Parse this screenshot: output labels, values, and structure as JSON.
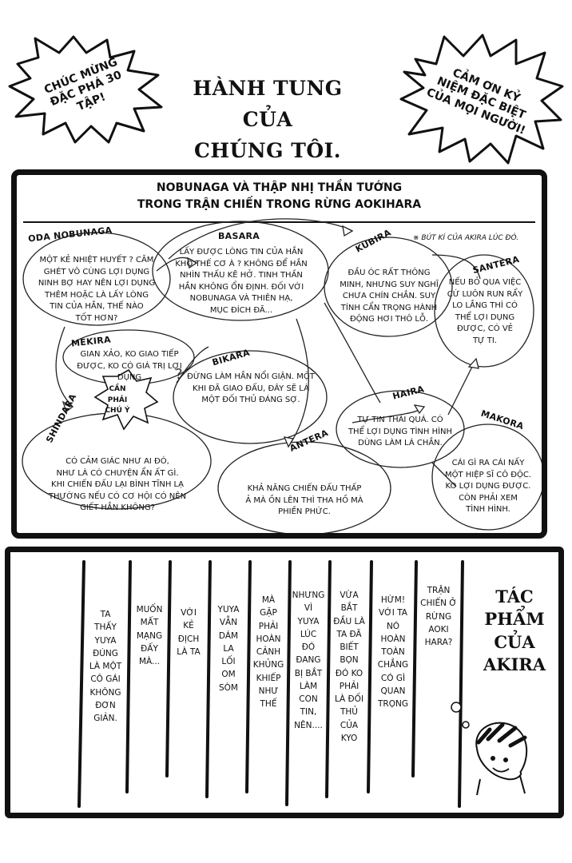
{
  "bursts": {
    "left": "CHÚC MỪNG\nĐẶC PHÁ 30\nTẬP!",
    "right": "CẢM ƠN KỶ\nNIỆM ĐẶC BIỆT\nCỦA MỌI NGƯỜI!"
  },
  "page_title": "HÀNH TUNG CỦA\nCHÚNG TÔI.",
  "relationship_chart": {
    "heading": "NOBUNAGA VÀ THẬP NHỊ THẦN TƯỚNG\nTRONG TRẬN CHIẾN TRONG RỪNG AOKIHARA",
    "note": "※ BÚT KÍ CỦA AKIRA LÚC ĐÓ.",
    "cannot_tag": "CẦN\nPHẢI\nCHÚ Ý",
    "characters": [
      {
        "name": "ODA NOBUNAGA",
        "text": "MỘT KẺ NHIỆT HUYẾT ? CĂM\nGHÉT VÔ CÙNG LỢI DỤNG\nNINH BỢ HAY NÊN LỢI DỤNG\nTHÊM HOẶC LÀ LẤY LÒNG\nTIN CỦA HẮN, THẾ NÀO\nTỐT HƠN?"
      },
      {
        "name": "BASARA",
        "text": "LẤY ĐƯỢC LÒNG TIN CỦA HẮN\nKHÓ THẾ CƠ À ? KHÔNG ĐỂ HẮN\nNHÌN THẤU KẼ HỞ. TINH THẦN\nHẮN KHÔNG ỔN ĐỊNH. ĐỐI VỚI\nNOBUNAGA VÀ THIÊN HẠ,\nMỤC ĐÍCH ĐÃ..."
      },
      {
        "name": "KUBIRA",
        "text": "ĐẦU ÓC RẤT THÔNG\nMINH, NHƯNG SUY NGHĨ\nCHƯA CHÍN CHẮN. SUY\nTÍNH CẨN TRỌNG HÀNH\nĐỘNG HƠI THÔ LỖ."
      },
      {
        "name": "SANTERA",
        "text": "NẾU BỎ QUA VIỆC\nCỨ LUÔN RUN RẨY\nLO LẮNG THÌ CÓ\nTHỂ LỢI DỤNG\nĐƯỢC, CÓ VẺ\nTỰ TI."
      },
      {
        "name": "MEKIRA",
        "text": "GIAN XẢO, KO GIAO TIẾP\nĐƯỢC, KO CÓ GIÁ TRỊ LỢI\nDỤNG"
      },
      {
        "name": "BIKARA",
        "text": "ĐỪNG LÀM HẮN NỔI GIẬN. MỘT\nKHI ĐÃ GIAO ĐẤU, ĐÂY SẼ LÀ\nMỘT ĐỐI THỦ ĐÁNG SỢ."
      },
      {
        "name": "HAIRA",
        "text": "TỰ TIN THÁI QUÁ. CÓ\nTHỂ LỢI DỤNG TÌNH HÌNH\nDÙNG LÀM LÁ CHẮN."
      },
      {
        "name": "SHINDARA",
        "text": "CÓ CẢM GIÁC NHƯ AI ĐÓ,\nNHƯ LÀ CÓ CHUYỆN ẨN ẤT GÌ.\nKHI CHIẾN ĐẤU LẠI BÌNH TĨNH LẠ\nTHƯỜNG NẾU CÓ CƠ HỘI CÓ NÊN\nGIẾT HẮN KHÔNG?"
      },
      {
        "name": "ANTERA",
        "text": "KHẢ NĂNG CHIẾN ĐẤU THẤP\nẢ MÀ ỒN LÊN THÌ THA HỒ MÀ\nPHIỀN PHỨC."
      },
      {
        "name": "MAKORA",
        "text": "CÁI GÌ RA CÁI NẤY\nMỘT HIỆP SĨ CÔ ĐỘC.\nKO LỢI DỤNG ĐƯỢC.\nCÒN PHẢI XEM\nTÌNH HÌNH."
      }
    ]
  },
  "column_strip": {
    "works_title": "TÁC\nPHẨM\nCỦA\nAKIRA",
    "columns": [
      "TA\nTHẤY\nYUYA\nĐÚNG\nLÀ MỘT\nCÔ GÁI\nKHÔNG\nĐƠN\nGIẢN.",
      "MUỐN\nMẤT\nMẠNG\nĐẤY\nMÀ...",
      "VỚI\nKẺ\nĐỊCH\nLÀ TA",
      "YUYA\nVẪN\nDÁM\nLA\nLỐI\nOM\nSÒM",
      "MÀ\nGẶP\nPHẢI\nHOÀN\nCẢNH\nKHỦNG\nKHIẾP\nNHƯ\nTHẾ",
      "NHƯNG\nVÌ\nYUYA\nLÚC\nĐÓ\nĐANG\nBỊ BẮT\nLÀM\nCON\nTIN,\nNÊN....",
      "VỪA\nBẮT\nĐẦU LÀ\nTA ĐÃ\nBIẾT\nBỌN\nĐÓ KO\nPHẢI\nLÀ ĐỐI\nTHỦ\nCỦA\nKYO",
      "HỪM!\nVỚI TA\nNÓ\nHOÀN\nTOÀN\nCHẲNG\nCÓ GÌ\nQUAN\nTRỌNG",
      "TRẬN\nCHIẾN Ở\nRỪNG\nAOKI\nHARA?"
    ]
  }
}
